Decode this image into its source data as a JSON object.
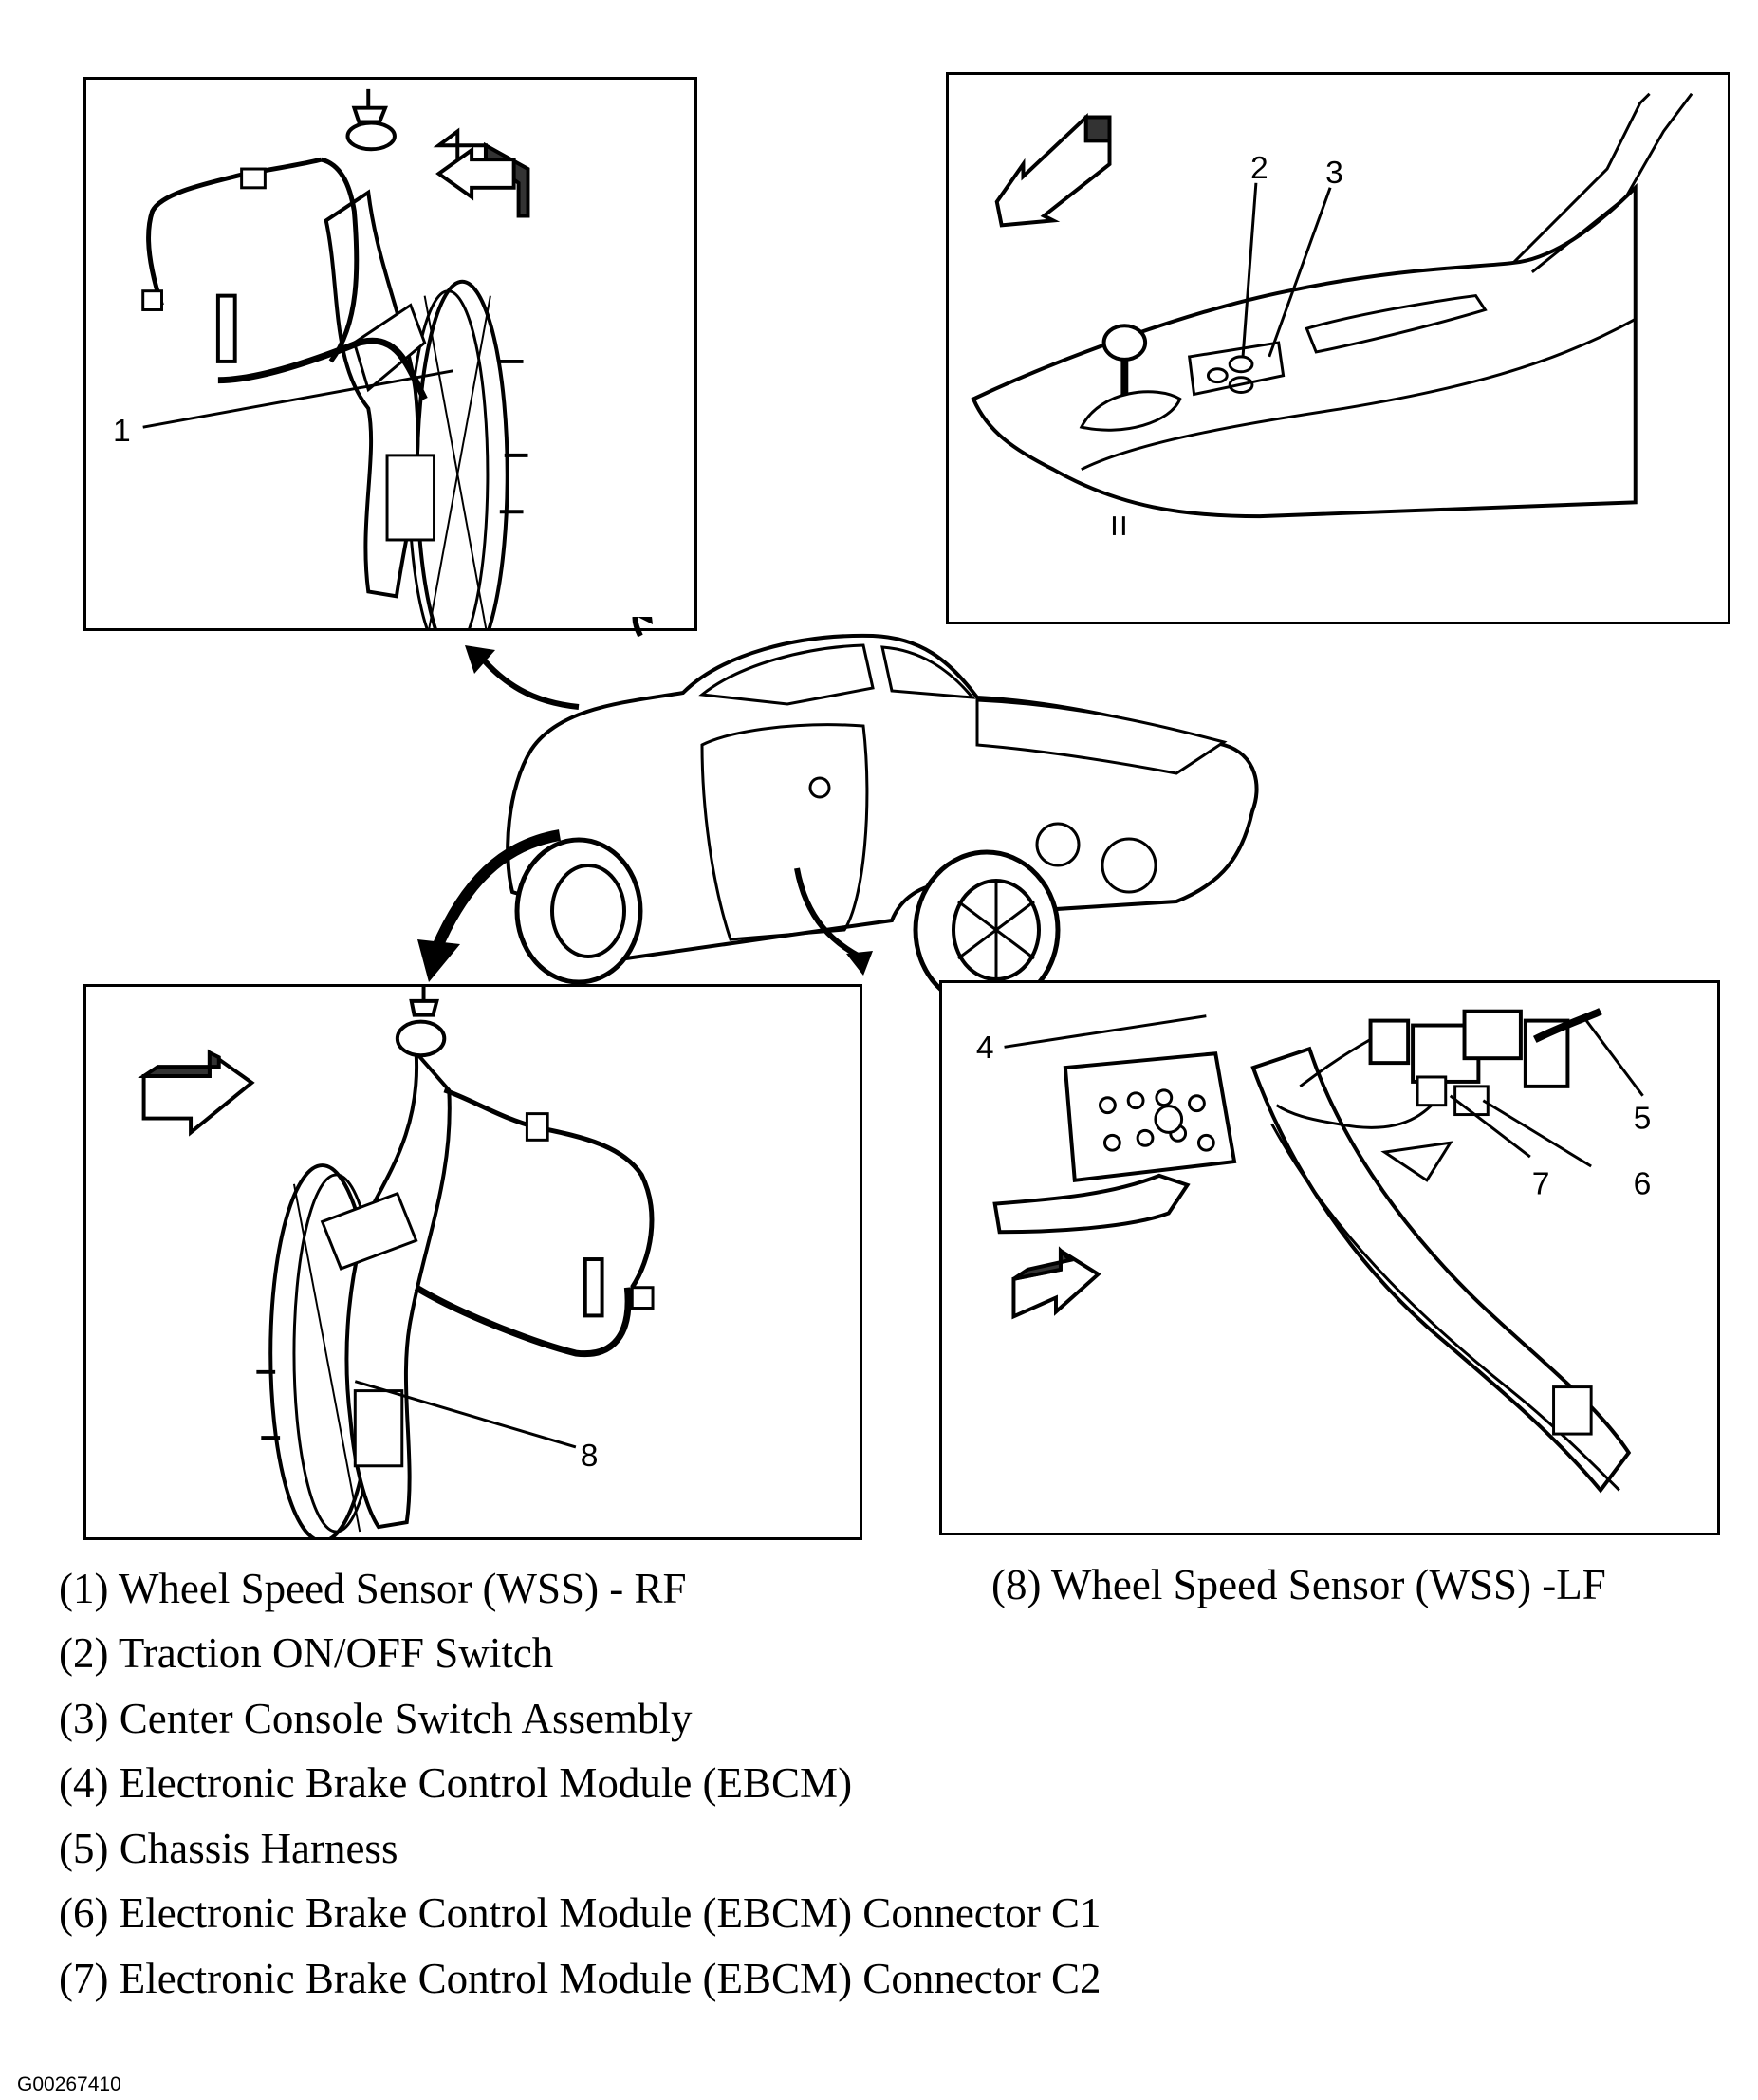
{
  "callouts": {
    "c1": "1",
    "c2": "2",
    "c3": "3",
    "c4": "4",
    "c5": "5",
    "c6": "6",
    "c7": "7",
    "c8": "8"
  },
  "legend": [
    "(1) Wheel Speed Sensor (WSS) - RF",
    "(2) Traction ON/OFF Switch",
    "(3) Center Console Switch Assembly",
    "(4) Electronic Brake Control Module (EBCM)",
    "(5) Chassis Harness",
    "(6) Electronic Brake Control Module (EBCM) Connector C1",
    "(7) Electronic Brake Control Module (EBCM) Connector C2",
    "(8) Wheel Speed Sensor (WSS) -LF"
  ],
  "figure_id": "G00267410"
}
